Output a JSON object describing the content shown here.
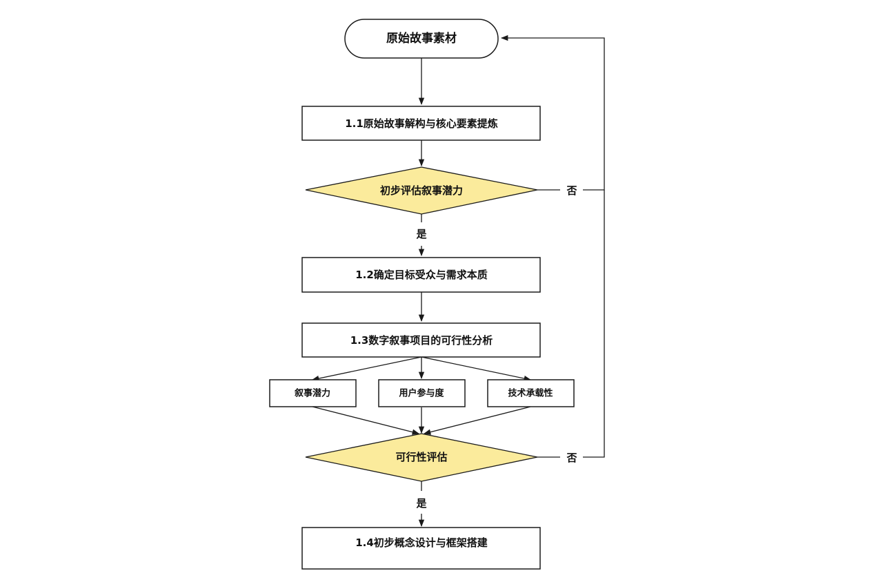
{
  "colors": {
    "decision_fill": "#fbeb9c",
    "stroke": "#1a1a1a",
    "box_fill": "#ffffff"
  },
  "nodes": {
    "start": "原始故事素材",
    "step_1_1": "1.1原始故事解构与核心要素提炼",
    "decision_1": "初步评估叙事潜力",
    "step_1_2": "1.2确定目标受众与需求本质",
    "step_1_3": "1.3数字叙事项目的可行性分析",
    "factor_narrative": "叙事潜力",
    "factor_engagement": "用户参与度",
    "factor_tech": "技术承载性",
    "decision_2": "可行性评估",
    "step_1_4": "1.4初步概念设计与框架搭建"
  },
  "edges": {
    "decision_1_yes": "是",
    "decision_1_no": "否",
    "decision_2_yes": "是",
    "decision_2_no": "否"
  }
}
